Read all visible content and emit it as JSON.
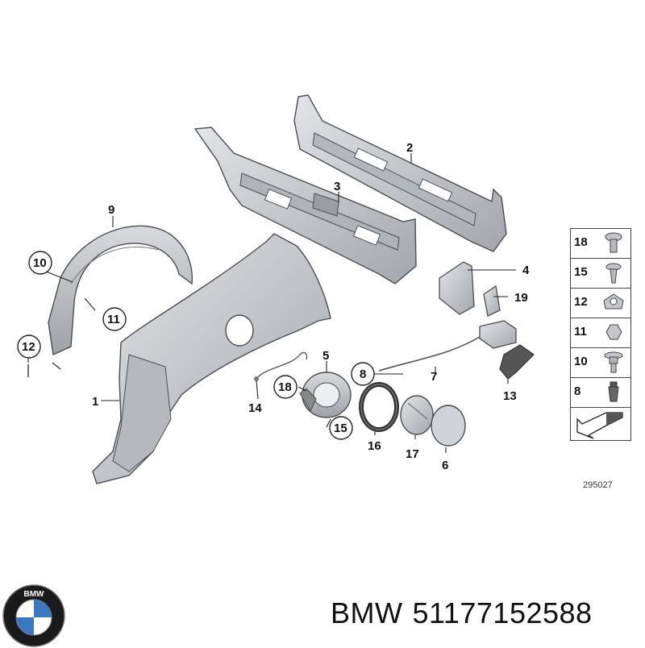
{
  "diagram": {
    "callouts": [
      "1",
      "2",
      "3",
      "4",
      "5",
      "6",
      "7",
      "8",
      "9",
      "10",
      "11",
      "12",
      "13",
      "14",
      "15",
      "16",
      "17",
      "18",
      "19"
    ],
    "circled_callouts": [
      "10",
      "11",
      "12",
      "8",
      "18",
      "15"
    ],
    "figure_number": "295027",
    "legend": [
      "18",
      "15",
      "12",
      "11",
      "10",
      "8"
    ]
  },
  "brand": {
    "logo_text": "BMW",
    "name": "BMW",
    "part_number": "51177152588"
  },
  "colors": {
    "part_fill": "#c9ccd0",
    "part_stroke": "#4a4d52",
    "logo_blue": "#3a78c2",
    "logo_ring": "#1a1a1a"
  }
}
